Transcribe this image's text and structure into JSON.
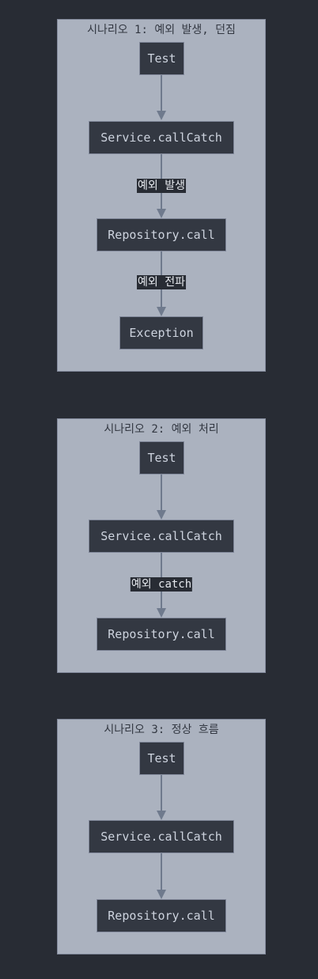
{
  "scenarios": [
    {
      "title": "시나리오 1: 예외 발생, 던짐",
      "nodes": [
        "Test",
        "Service.callCatch",
        "Repository.call",
        "Exception"
      ],
      "edges": [
        {
          "from": "Test",
          "to": "Service.callCatch",
          "label": ""
        },
        {
          "from": "Service.callCatch",
          "to": "Repository.call",
          "label": "예외 발생"
        },
        {
          "from": "Repository.call",
          "to": "Exception",
          "label": "예외 전파"
        }
      ]
    },
    {
      "title": "시나리오 2: 예외 처리",
      "nodes": [
        "Test",
        "Service.callCatch",
        "Repository.call"
      ],
      "edges": [
        {
          "from": "Test",
          "to": "Service.callCatch",
          "label": ""
        },
        {
          "from": "Service.callCatch",
          "to": "Repository.call",
          "label": "예외 catch"
        }
      ]
    },
    {
      "title": "시나리오 3: 정상 흐름",
      "nodes": [
        "Test",
        "Service.callCatch",
        "Repository.call"
      ],
      "edges": [
        {
          "from": "Test",
          "to": "Service.callCatch",
          "label": ""
        },
        {
          "from": "Service.callCatch",
          "to": "Repository.call",
          "label": ""
        }
      ]
    }
  ]
}
